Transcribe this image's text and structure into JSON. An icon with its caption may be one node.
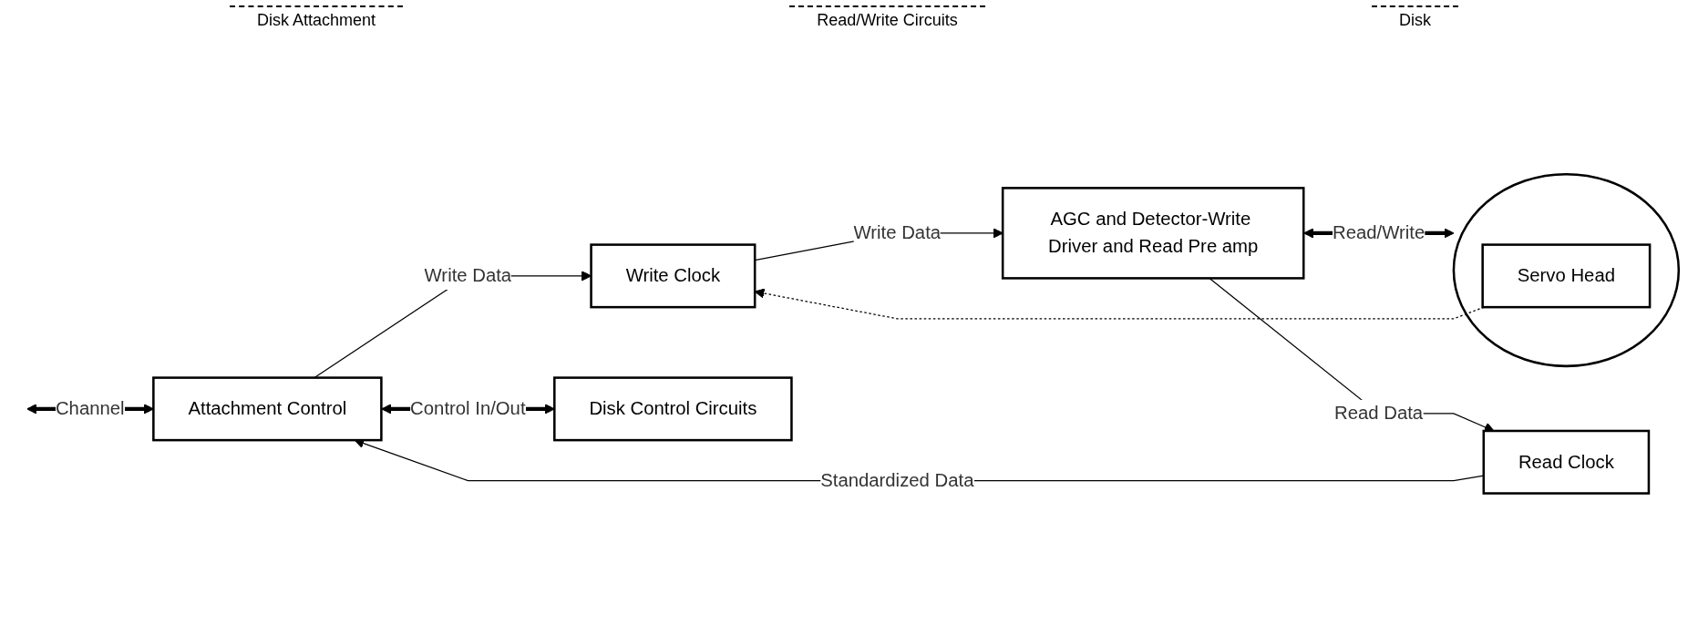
{
  "diagram": {
    "nodes": [
      {
        "text": [
          "Attachment Control"
        ]
      },
      {
        "text": [
          "Write Clock"
        ]
      },
      {
        "text": [
          "Disk Control Circuits"
        ]
      },
      {
        "text": [
          "Read Clock"
        ]
      },
      {
        "text": [
          "AGC and Detector-Write Driver and Read Pre amp"
        ]
      },
      {
        "text": [],
        "shape": "circle"
      },
      {
        "text": [
          "Servo Head"
        ],
        "in": 5
      }
    ],
    "edges": [
      {
        "from": null,
        "to": 0,
        "arrow": "both",
        "label": "Channel",
        "style": "thick"
      },
      {
        "from": 0,
        "to": 1,
        "arrow": "to",
        "label": "Write Data"
      },
      {
        "from": 0,
        "to": 2,
        "arrow": "both",
        "label": "Control In/Out",
        "style": "thick"
      },
      {
        "from": 3,
        "to": 0,
        "arrow": "to",
        "label": "Standardized Data"
      },
      {
        "from": 1,
        "to": 4,
        "arrow": "to",
        "label": "Write Data"
      },
      {
        "from": 4,
        "to": 3,
        "arrow": "to",
        "label": "Read Data"
      },
      {
        "from": 4,
        "to": 5,
        "arrow": "both",
        "label": "Read/Write",
        "style": "thick"
      },
      {
        "from": 6,
        "to": 1,
        "arrow": "to",
        "style": "dashed"
      }
    ],
    "labels": [
      "Disk Attachment",
      "Read/Write Circuits",
      "Disk"
    ]
  }
}
